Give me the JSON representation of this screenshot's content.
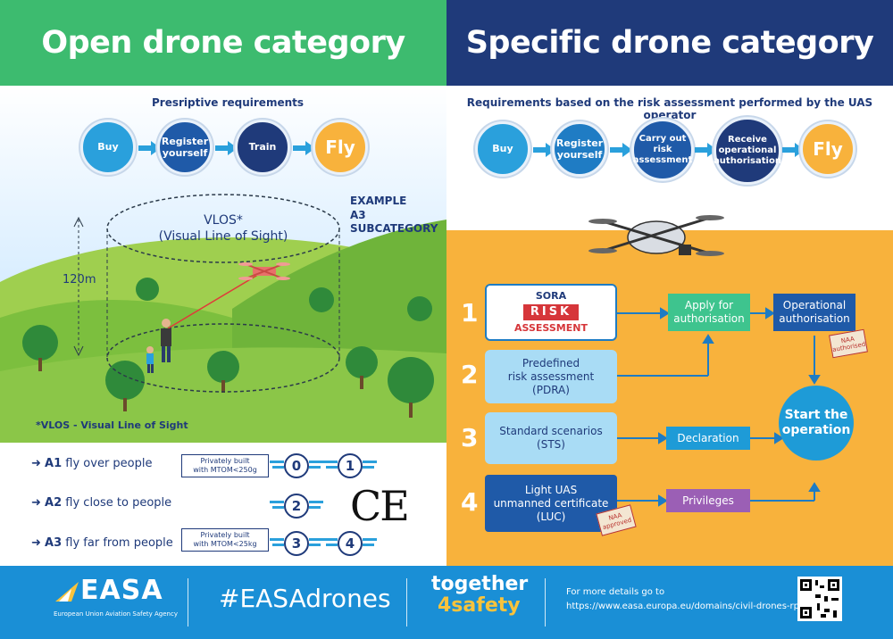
{
  "left": {
    "title": "Open drone category",
    "subtitle": "Presriptive requirements",
    "steps": [
      "Buy",
      "Register yourself",
      "Train",
      "Fly"
    ],
    "vlos_line1": "VLOS*",
    "vlos_line2": "(Visual Line of Sight)",
    "example": [
      "EXAMPLE",
      "A3",
      "SUBCATEGORY"
    ],
    "height_label": "120m",
    "footnote": "*VLOS - Visual Line of Sight",
    "categories": [
      {
        "code": "A1",
        "text": "fly over people"
      },
      {
        "code": "A2",
        "text": "fly close to people"
      },
      {
        "code": "A3",
        "text": "fly far from people"
      }
    ],
    "privately_built_1": [
      "Privately built",
      "with MTOM<250g"
    ],
    "privately_built_2": [
      "Privately built",
      "with MTOM<25kg"
    ],
    "class_badges": [
      "0",
      "1",
      "2",
      "3",
      "4"
    ],
    "ce_mark": "CE"
  },
  "right": {
    "title": "Specific drone category",
    "subtitle": "Requirements based on the risk assessment performed by the UAS operator",
    "steps": [
      "Buy",
      "Register yourself",
      "Carry out risk assessment",
      "Receive operational authorisation",
      "Fly"
    ],
    "numbers": [
      "1",
      "2",
      "3",
      "4"
    ],
    "sora_title": "SORA",
    "sora_risk": "RISK",
    "sora_sub": "ASSESSMENT",
    "pdra": [
      "Predefined",
      "risk assessment",
      "(PDRA)"
    ],
    "sts": [
      "Standard scenarios",
      "(STS)"
    ],
    "luc": [
      "Light UAS",
      "unmanned certificate",
      "(LUC)"
    ],
    "apply": [
      "Apply for",
      "authorisation"
    ],
    "op_auth": [
      "Operational",
      "authorisation"
    ],
    "declaration": "Declaration",
    "privileges": "Privileges",
    "start": [
      "Start the",
      "operation"
    ],
    "stamp_top": "NAA",
    "stamp_auth": "authorised",
    "stamp_appr": "approved"
  },
  "footer": {
    "logo_text": "EASA",
    "logo_sub": "European Union Aviation Safety Agency",
    "hashtag": "#EASAdrones",
    "together": "together",
    "safety": "4safety",
    "details_label": "For more details go to",
    "url": "https://www.easa.europa.eu/domains/civil-drones-rpas"
  },
  "colors": {
    "green": "#3dbb6f",
    "navy": "#1f3a7a",
    "blue": "#2aa0dc",
    "orange": "#f8b23c",
    "footer": "#1a8fd6",
    "fly": "#f8b23c",
    "purple": "#9b5fb5",
    "teal": "#3ec48e"
  }
}
